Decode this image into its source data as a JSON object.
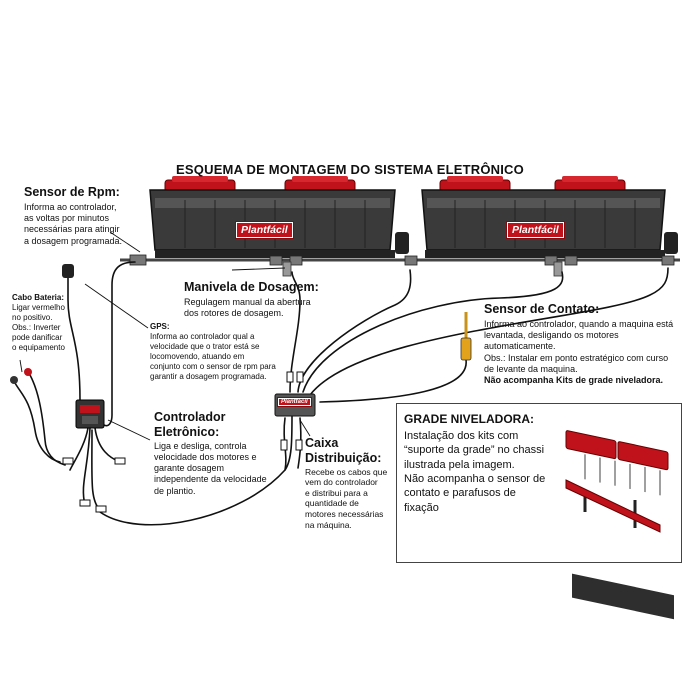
{
  "title": "ESQUEMA DE MONTAGEM DO SISTEMA ELETRÔNICO",
  "brand": "Plantfácil",
  "sensor_rpm": {
    "heading": "Sensor de Rpm:",
    "lines": [
      "Informa ao controlador,",
      "as voltas por minutos",
      "necessárias para atingir",
      "a dosagem programada."
    ]
  },
  "cabo_bateria": {
    "heading": "Cabo Bateria:",
    "lines": [
      "Ligar vermelho",
      "no positivo.",
      "Obs.: Inverter",
      "pode danificar",
      "o equipamento"
    ]
  },
  "gps": {
    "heading": "GPS:",
    "lines": [
      "Informa ao controlador qual a",
      "velocidade que o trator está se",
      "locomovendo, atuando em",
      "conjunto com o sensor de rpm para",
      "garantir a dosagem programada."
    ]
  },
  "manivela": {
    "heading": "Manivela de Dosagem:",
    "lines": [
      "Regulagem manual da abertura",
      "dos rotores de dosagem."
    ]
  },
  "sensor_contato": {
    "heading": "Sensor de Contato:",
    "lines": [
      "Informa ao controlador, quando a maquina está",
      "levantada, desligando os motores",
      "automaticamente.",
      "Obs.: Instalar em ponto estratégico com curso",
      "de levante da maquina."
    ],
    "note": "Não acompanha Kits de grade niveladora."
  },
  "controlador": {
    "heading_lines": [
      "Controlador",
      "Eletrônico:"
    ],
    "lines": [
      "Liga e desliga, controla",
      "velocidade dos motores e",
      "garante dosagem",
      "independente da velocidade",
      "de plantio."
    ]
  },
  "caixa": {
    "heading_lines": [
      "Caixa",
      "Distribuição:"
    ],
    "lines": [
      "Recebe os cabos que",
      "vem do controlador",
      "e distribui para a",
      "quantidade de",
      "motores necessárias",
      "na máquina."
    ]
  },
  "grade": {
    "heading": "GRADE NIVELADORA:",
    "lines": [
      "Instalação dos kits com",
      "“suporte da grade” no chassi",
      "ilustrada pela imagem.",
      "Não acompanha o sensor de",
      "contato e parafusos de",
      "fixação"
    ]
  },
  "colors": {
    "accent_red": "#c0121a",
    "hopper_gray": "#3a3a3a",
    "cable_black": "#111111"
  }
}
